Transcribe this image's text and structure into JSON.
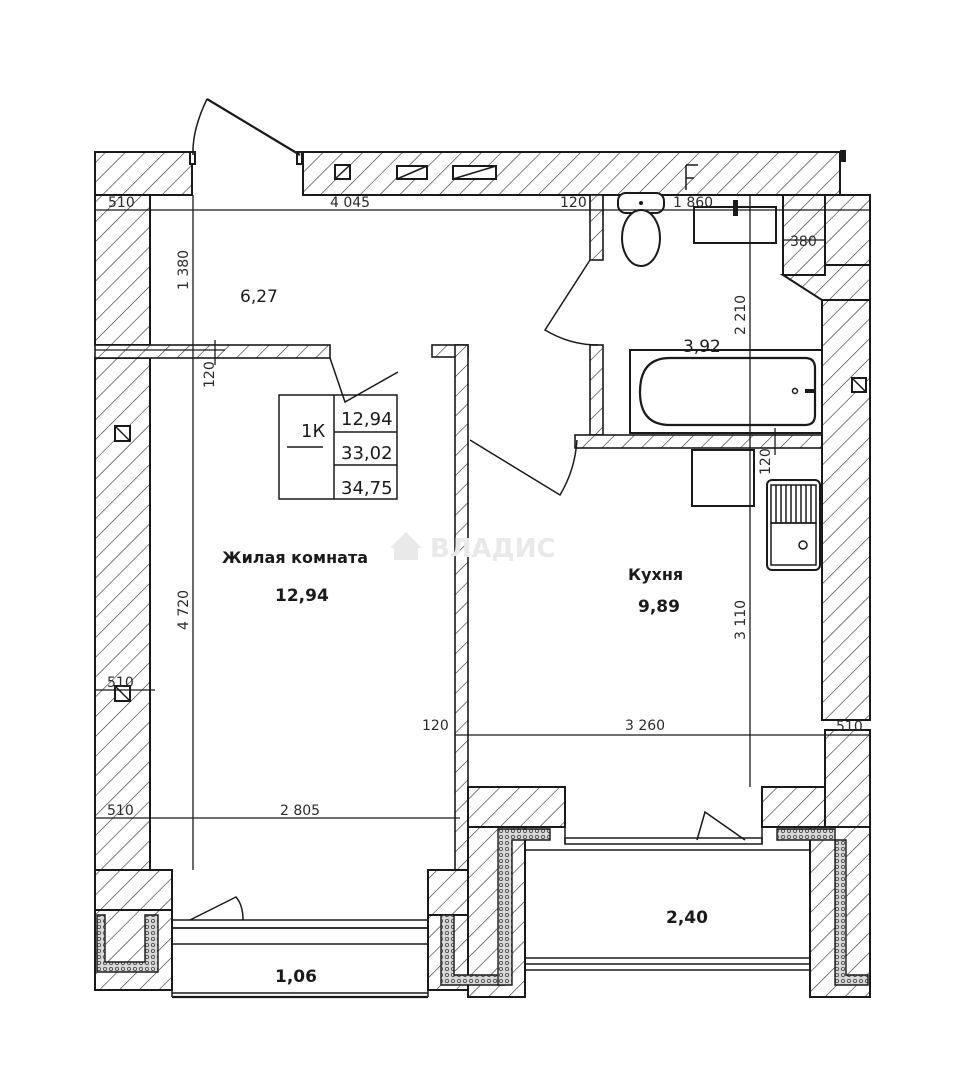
{
  "plan": {
    "type": "apartment floor plan",
    "watermark": "ВЛАДИС",
    "summary_box": {
      "type_label": "1К",
      "living_area": "12,94",
      "total_area": "33,02",
      "total_with_balcony": "34,75"
    },
    "rooms": {
      "hallway": {
        "area": "6,27"
      },
      "bathroom": {
        "area": "3,92"
      },
      "living_room": {
        "name": "Жилая комната",
        "area": "12,94"
      },
      "kitchen": {
        "name": "Кухня",
        "area": "9,89"
      },
      "loggia_left": {
        "area": "1,06"
      },
      "loggia_right": {
        "area": "2,40"
      }
    },
    "dimensions": {
      "top_left_wall": "510",
      "top_hall_width": "4 045",
      "top_partition": "120",
      "bath_width": "1 860",
      "right_wall": "380",
      "hall_depth": "1 380",
      "hall_partition": "120",
      "bath_depth": "2 210",
      "bath_partition": "120",
      "living_depth": "4 720",
      "kitchen_depth": "3 110",
      "left_wall_mid": "510",
      "left_wall_bottom": "510",
      "living_width": "2 805",
      "mid_partition": "120",
      "kitchen_width": "3 260",
      "right_wall_mid": "510"
    },
    "colors": {
      "line": "#1a1a1a",
      "background": "#ffffff",
      "watermark": "#e9e9e9"
    }
  }
}
